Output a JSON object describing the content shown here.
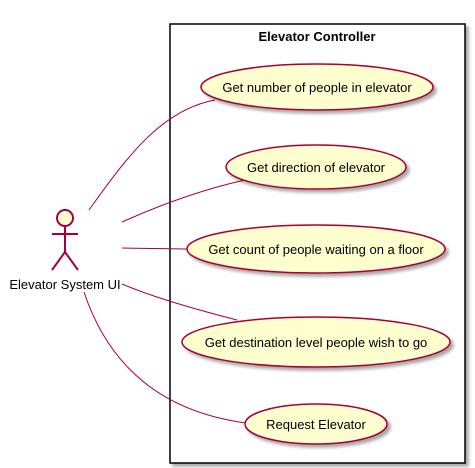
{
  "system": {
    "title": "Elevator Controller"
  },
  "actor": {
    "name": "Elevator System UI"
  },
  "use_cases": [
    {
      "label": "Get number of people in elevator"
    },
    {
      "label": "Get direction of elevator"
    },
    {
      "label": "Get count of people waiting on a floor"
    },
    {
      "label": "Get destination level people wish to go"
    },
    {
      "label": "Request Elevator"
    }
  ],
  "colors": {
    "usecase_fill": "#FEFECE",
    "usecase_border": "#A80036",
    "actor_fill": "#FEFECE",
    "actor_border": "#A80036",
    "association_line": "#A80036",
    "boundary_border": "#000000",
    "shadow": "#c8c8c8"
  }
}
